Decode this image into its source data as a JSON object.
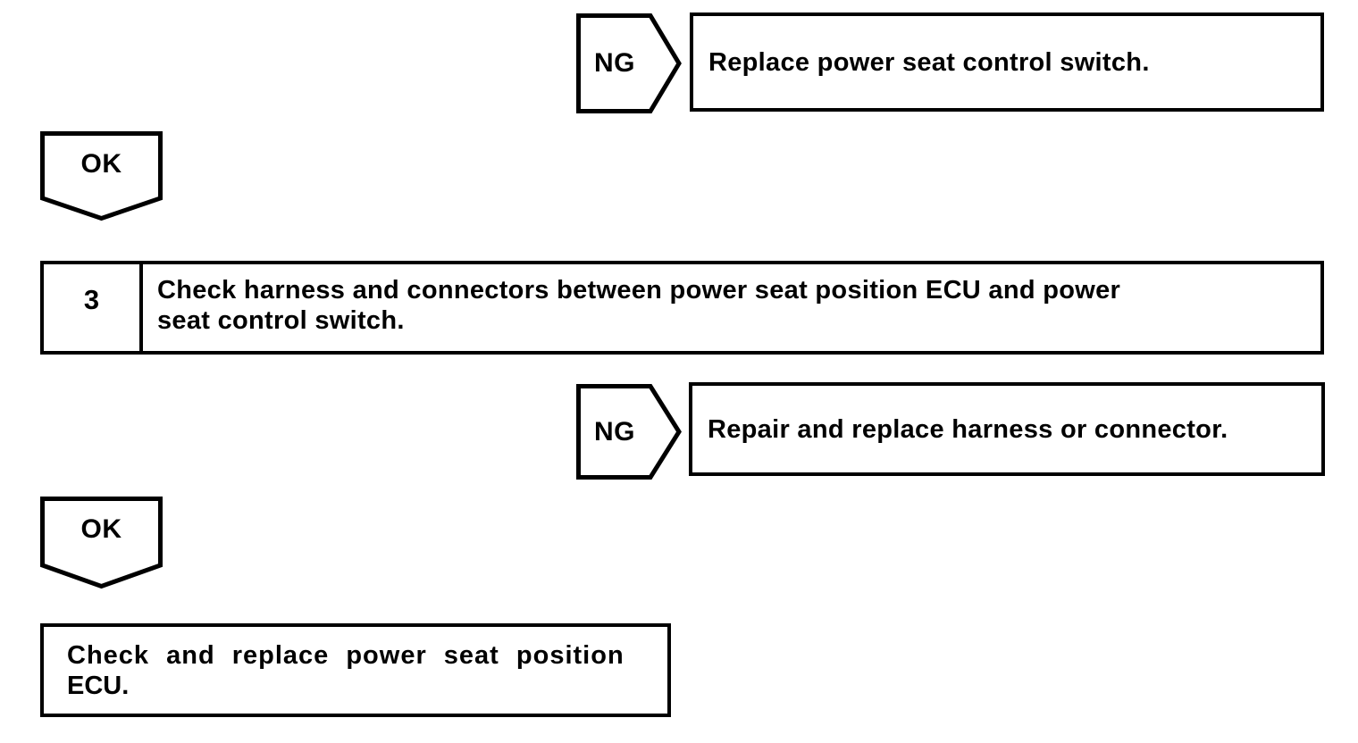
{
  "flow": {
    "ng_top": {
      "label": "NG",
      "result": "Replace power seat control switch."
    },
    "ok_top": {
      "label": "OK"
    },
    "step3": {
      "number": "3",
      "line1": "Check harness and connectors between power seat position ECU and power",
      "line2": "seat control switch."
    },
    "ng_mid": {
      "label": "NG",
      "result": "Repair and replace harness or connector."
    },
    "ok_mid": {
      "label": "OK"
    },
    "final": {
      "line1": "Check and replace power seat position",
      "line2": "ECU."
    }
  },
  "colors": {
    "line": "#000000",
    "background": "#ffffff"
  }
}
